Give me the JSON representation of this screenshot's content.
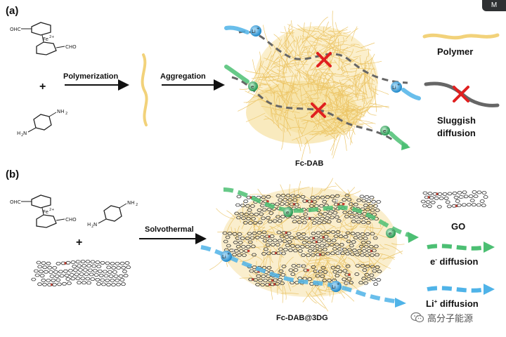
{
  "panel_a": {
    "label": "(a)",
    "fe_label": "Fe",
    "fe_charge": "2+",
    "cho": "OHC",
    "cho2": "CHO",
    "nh2": "NH",
    "h2n": "H",
    "plus": "+",
    "step1": "Polymerization",
    "step2": "Aggregation",
    "product": "Fc-DAB",
    "li": "Li",
    "li_sup": "+",
    "e": "e",
    "e_sup": "-"
  },
  "legend_a": {
    "polymer": "Polymer",
    "sluggish_line1": "Sluggish",
    "sluggish_line2": "diffusion"
  },
  "panel_b": {
    "label": "(b)",
    "step": "Solvothermal",
    "plus": "+",
    "product": "Fc-DAB@3DG"
  },
  "legend_b": {
    "go": "GO",
    "e_diff": "e",
    "e_diff_sup": "-",
    "e_diff_rest": " diffusion",
    "li_diff": "Li",
    "li_diff_sup": "+",
    "li_diff_rest": " diffusion"
  },
  "corner_tab": "M",
  "watermark": "高分子能源",
  "colors": {
    "polymer": "#f2d27a",
    "li_arrow": "#4fb3e8",
    "e_arrow": "#4cbf73",
    "cross": "#e02020",
    "dash": "#555555"
  }
}
